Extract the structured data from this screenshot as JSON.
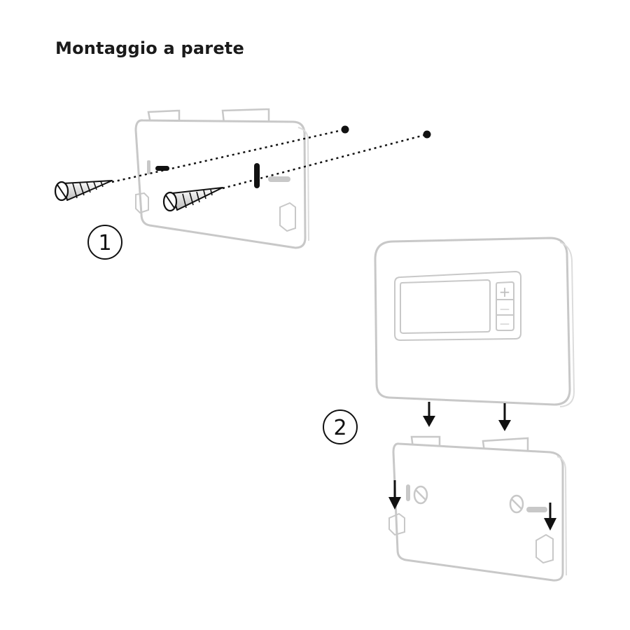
{
  "title": "Montaggio a parete",
  "steps": [
    {
      "label": "1"
    },
    {
      "label": "2"
    }
  ],
  "display_buttons": [
    "+",
    "—",
    "—"
  ]
}
